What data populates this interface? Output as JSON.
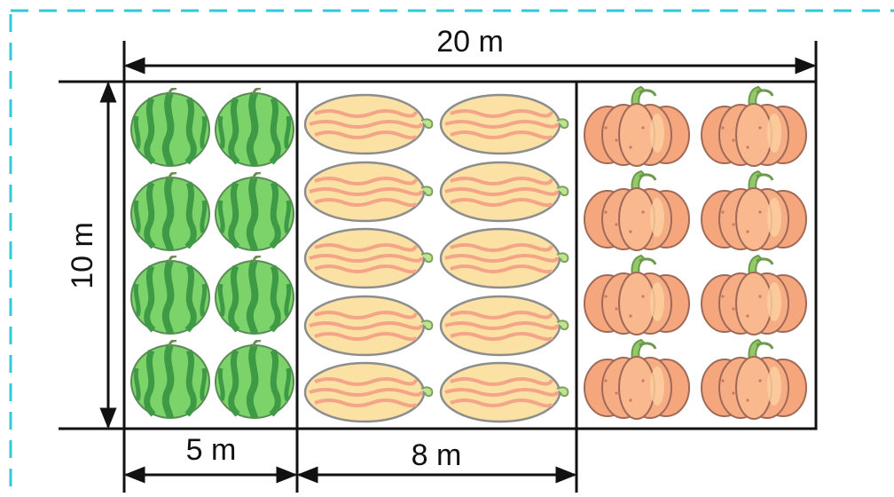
{
  "dimensions": {
    "total_width": "20 m",
    "height": "10 m",
    "watermelon_section_width": "5 m",
    "melon_section_width": "8 m"
  },
  "sections": [
    {
      "name": "watermelon",
      "icon": "watermelon-icon",
      "columns": 2,
      "rows": 4
    },
    {
      "name": "melon",
      "icon": "melon-icon",
      "columns": 2,
      "rows": 5
    },
    {
      "name": "pumpkin",
      "icon": "pumpkin-icon",
      "columns": 2,
      "rows": 4
    }
  ],
  "colors": {
    "frame_dash": "#35c7d6",
    "watermelon_light": "#7bd36a",
    "watermelon_dark": "#3f9a45",
    "melon_fill": "#fbe1a3",
    "melon_stripe": "#f4a487",
    "pumpkin_fill": "#f6a67c",
    "pumpkin_stem": "#93c96a"
  }
}
